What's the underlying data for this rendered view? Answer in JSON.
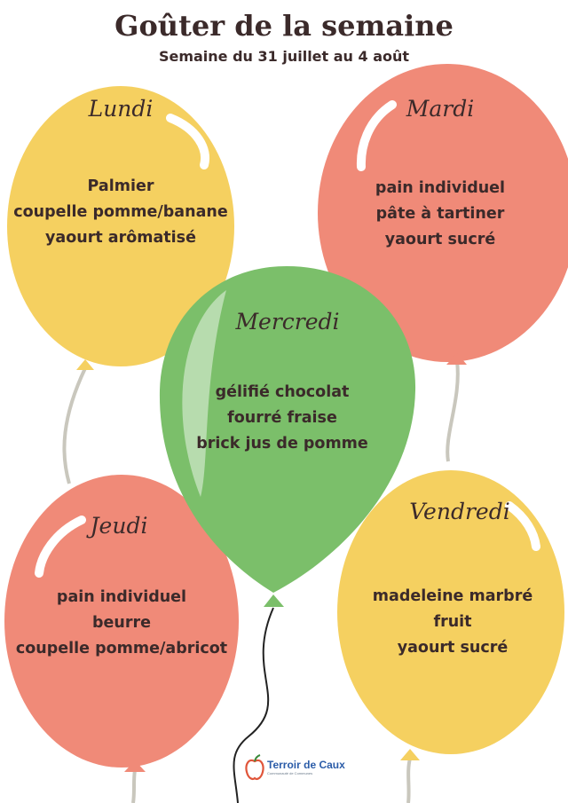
{
  "header": {
    "title": "Goûter de la semaine",
    "subtitle": "Semaine du 31 juillet au 4 août"
  },
  "colors": {
    "yellow": "#f5d060",
    "salmon": "#f08a78",
    "green": "#7bbf6a",
    "text": "#3b2a2a",
    "string": "#c9c7bd"
  },
  "days": [
    {
      "name": "Lundi",
      "color": "yellow",
      "items": [
        "Palmier",
        "coupelle pomme/banane",
        "yaourt arômatisé"
      ]
    },
    {
      "name": "Mardi",
      "color": "salmon",
      "items": [
        "pain individuel",
        "pâte à tartiner",
        "yaourt sucré"
      ]
    },
    {
      "name": "Mercredi",
      "color": "green",
      "items": [
        "gélifié chocolat",
        "fourré fraise",
        "brick jus de pomme"
      ]
    },
    {
      "name": "Jeudi",
      "color": "salmon",
      "items": [
        "pain individuel",
        "beurre",
        "coupelle pomme/abricot"
      ]
    },
    {
      "name": "Vendredi",
      "color": "yellow",
      "items": [
        "madeleine marbré",
        "fruit",
        "yaourt sucré"
      ]
    }
  ],
  "logo": {
    "name": "Terroir de Caux",
    "sub": "Communauté de Communes",
    "icon": "apple-icon"
  }
}
